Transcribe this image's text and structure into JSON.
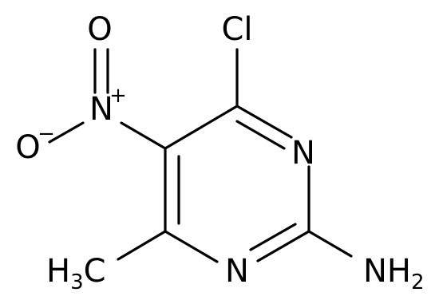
{
  "molecule": {
    "atoms": {
      "cl": {
        "symbol": "Cl",
        "color": "#000000"
      },
      "n_ring_top": {
        "symbol": "N",
        "color": "#000000"
      },
      "n_ring_bottom": {
        "symbol": "N",
        "color": "#000000"
      },
      "nh2": {
        "symbol": "NH",
        "subscript": "2",
        "color": "#000000"
      },
      "ch3": {
        "symbol_left": "H",
        "subscript": "3",
        "symbol_right": "C",
        "color": "#000000"
      },
      "nitro_n": {
        "symbol": "N",
        "charge": "+",
        "color": "#000000"
      },
      "nitro_o_double": {
        "symbol": "O",
        "color": "#000000"
      },
      "nitro_o_single": {
        "symbol": "O",
        "charge": "−",
        "color": "#000000"
      }
    },
    "bond_color": "#000000",
    "background": "#ffffff"
  }
}
